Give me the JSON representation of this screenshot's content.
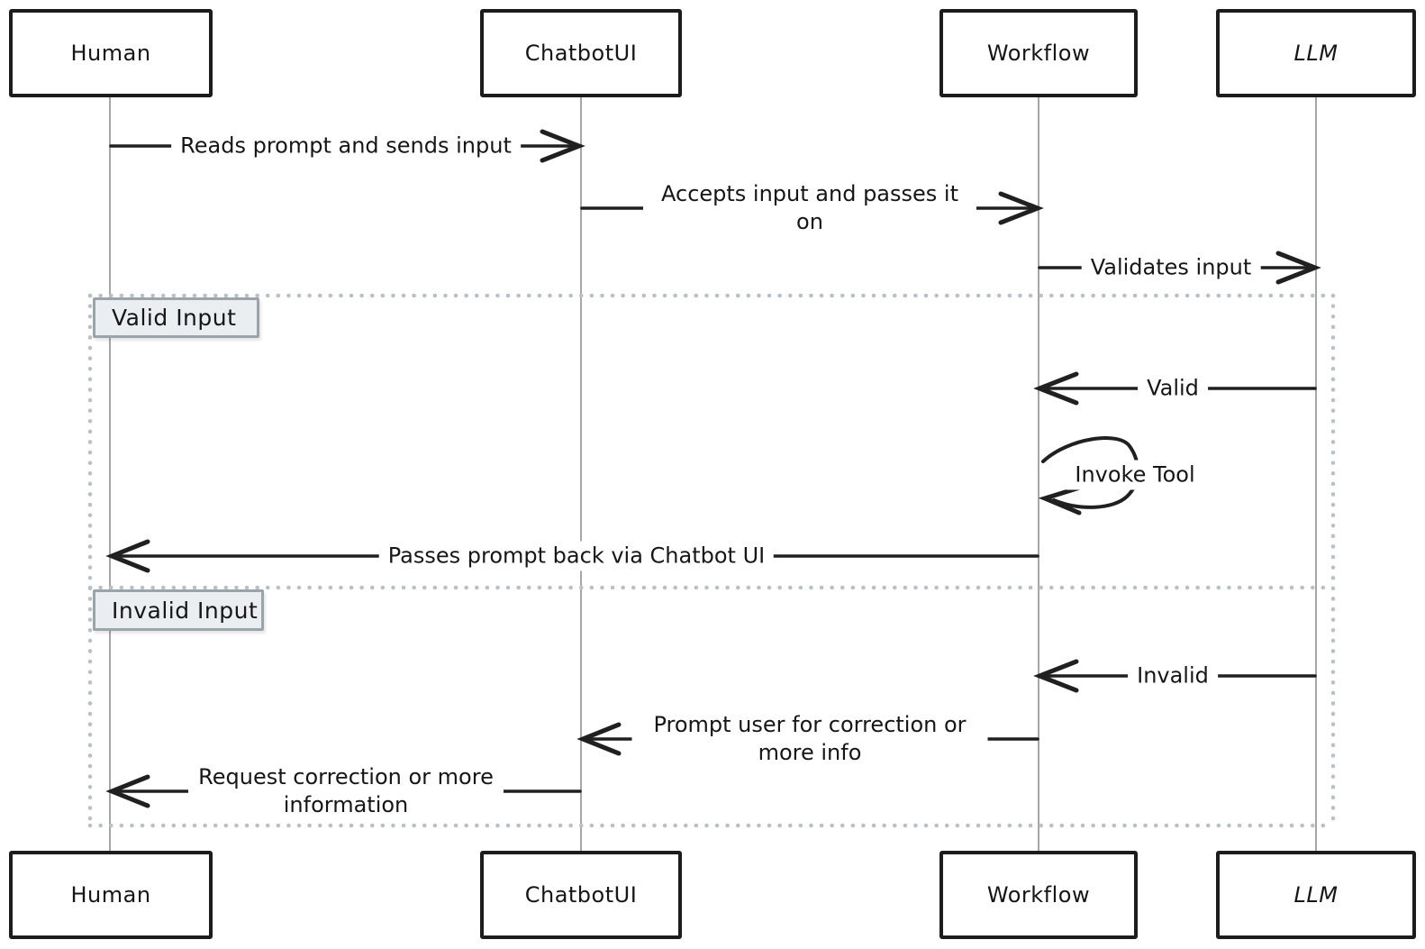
{
  "diagram": {
    "type": "sequence",
    "actors": [
      {
        "id": "human",
        "label": "Human"
      },
      {
        "id": "chatbotui",
        "label": "ChatbotUI"
      },
      {
        "id": "workflow",
        "label": "Workflow"
      },
      {
        "id": "llm",
        "label": "LLM"
      }
    ],
    "messages": [
      {
        "from": "human",
        "to": "chatbotui",
        "label": "Reads prompt and sends input"
      },
      {
        "from": "chatbotui",
        "to": "workflow",
        "label": "Accepts input and passes it on"
      },
      {
        "from": "workflow",
        "to": "llm",
        "label": "Validates input"
      },
      {
        "from": "llm",
        "to": "workflow",
        "label": "Valid",
        "section": "Valid Input"
      },
      {
        "from": "workflow",
        "to": "workflow",
        "label": "Invoke Tool",
        "self": true,
        "section": "Valid Input"
      },
      {
        "from": "workflow",
        "to": "human",
        "label": "Passes prompt back via Chatbot UI",
        "section": "Valid Input"
      },
      {
        "from": "llm",
        "to": "workflow",
        "label": "Invalid",
        "section": "Invalid Input"
      },
      {
        "from": "workflow",
        "to": "chatbotui",
        "label": "Prompt user for correction or more info",
        "section": "Invalid Input"
      },
      {
        "from": "chatbotui",
        "to": "human",
        "label": "Request correction or more information",
        "section": "Invalid Input"
      }
    ],
    "alt_sections": [
      {
        "label": "Valid Input"
      },
      {
        "label": "Invalid Input"
      }
    ],
    "colors": {
      "stroke": "#202020",
      "lifeline": "#a6a6a6",
      "frame_dots": "#b9c0c6",
      "section_label_fill": "#ebeef0",
      "section_label_border": "#9aa4ab",
      "background": "#ffffff",
      "text": "#161616"
    }
  }
}
